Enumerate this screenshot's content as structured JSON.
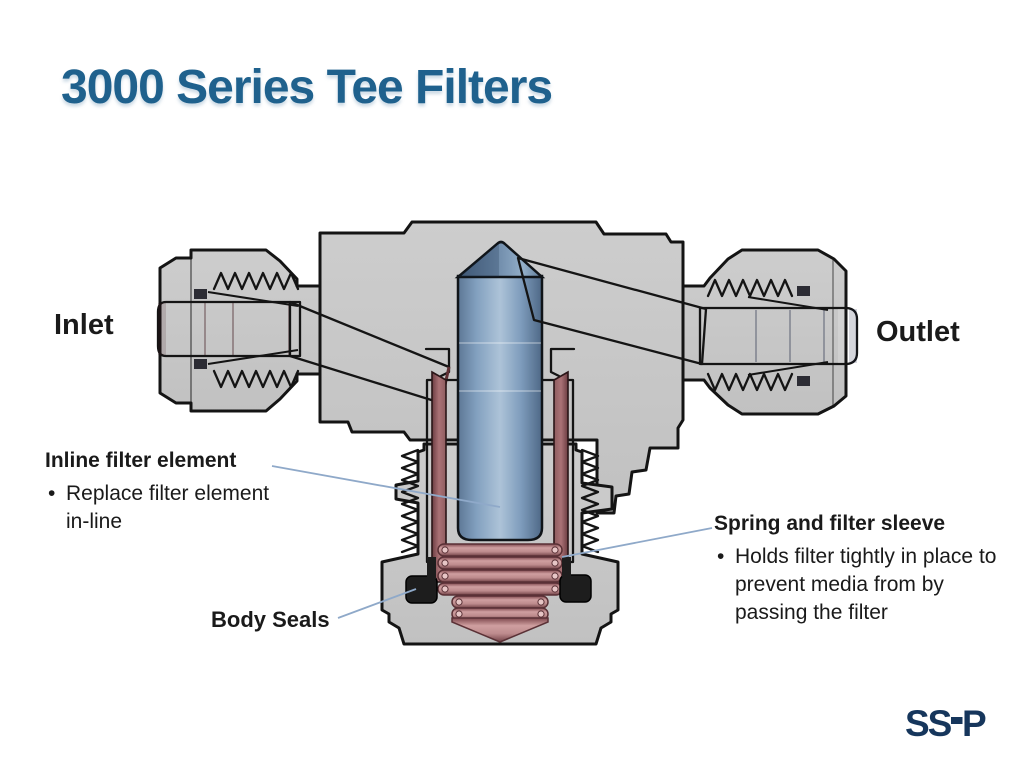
{
  "slide": {
    "title": "3000 Series Tee Filters",
    "logo": {
      "left": "SS",
      "right": "P"
    }
  },
  "diagram": {
    "inlet_label": "Inlet",
    "outlet_label": "Outlet",
    "inline_filter": {
      "heading": "Inline filter element",
      "bullets": [
        "Replace filter element in-line"
      ]
    },
    "spring_sleeve": {
      "heading": "Spring and filter sleeve",
      "bullets": [
        "Holds filter tightly in place to prevent media from by passing the filter"
      ]
    },
    "body_seals_label": "Body Seals"
  },
  "colors": {
    "background": "#ffffff",
    "title_blue": "#1f618d",
    "text_black": "#1a1a1a",
    "callout_line": "#8fa9c9",
    "body_gray": "#c7c7c7",
    "outline_black": "#141414",
    "inlet_pink": "#c2898e",
    "outlet_blue": "#7f9cbd",
    "sleeve_red": "#aa7276",
    "seal_black": "#1d1d1d",
    "cavity_white": "#f5f5f3",
    "logo_navy": "#16365c"
  }
}
